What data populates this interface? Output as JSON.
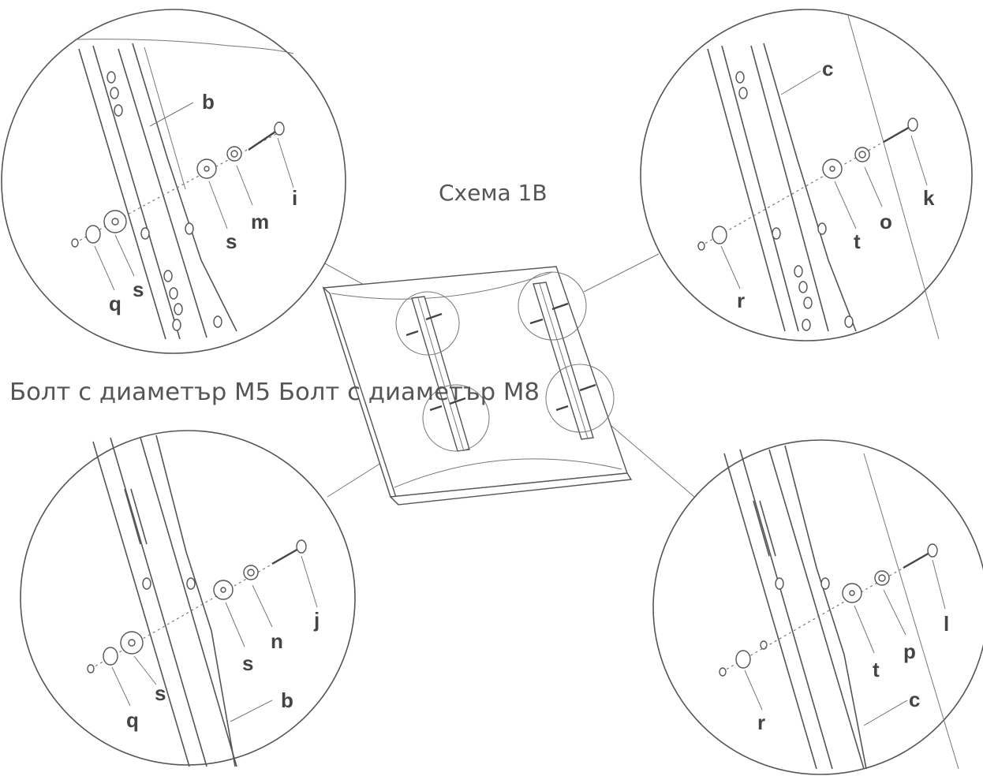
{
  "diagram": {
    "caption": "Схема 1B",
    "bolt_caption": "Болт с диаметър М5 Болт с диаметър М8",
    "panels": {
      "top_left": {
        "rail": "b",
        "bolt": "i",
        "nut": "m",
        "washer_front": "s",
        "washer_back": "s",
        "spacer": "q"
      },
      "top_right": {
        "rail": "c",
        "bolt": "k",
        "nut": "o",
        "washer_front": "t",
        "spacer": "r"
      },
      "bottom_left": {
        "rail": "b",
        "bolt": "j",
        "nut": "n",
        "washer_front": "s",
        "washer_back": "s",
        "spacer": "q"
      },
      "bottom_right": {
        "rail": "c",
        "bolt": "l",
        "nut": "p",
        "washer_front": "t",
        "spacer": "r"
      }
    }
  }
}
